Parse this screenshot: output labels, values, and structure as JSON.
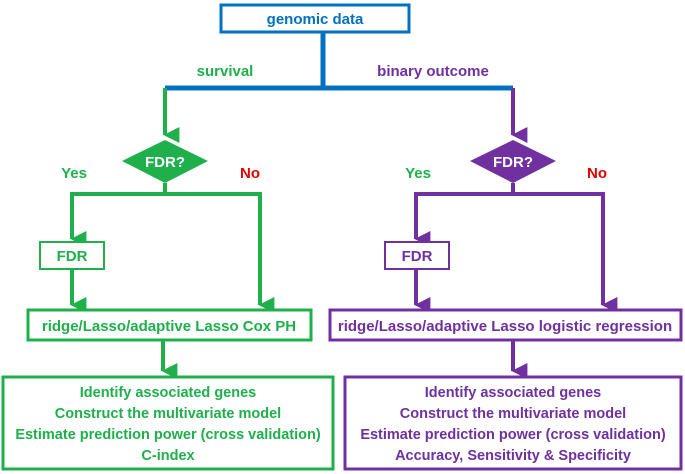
{
  "colors": {
    "blue": "#0070C0",
    "green": "#1FAF4B",
    "purple": "#7030A0",
    "red": "#E00000"
  },
  "top": {
    "label": "genomic data"
  },
  "branches": {
    "survival_label": "survival",
    "binary_label": "binary outcome"
  },
  "survival": {
    "decision": "FDR?",
    "yes": "Yes",
    "no": "No",
    "fdr_box": "FDR",
    "model": "ridge/Lasso/adaptive Lasso Cox PH",
    "outcomes": [
      "Identify associated genes",
      "Construct the multivariate model",
      "Estimate prediction power (cross validation)",
      "C-index"
    ]
  },
  "binary": {
    "decision": "FDR?",
    "yes": "Yes",
    "no": "No",
    "fdr_box": "FDR",
    "model": "ridge/Lasso/adaptive Lasso logistic regression",
    "outcomes": [
      "Identify associated genes",
      "Construct the multivariate model",
      "Estimate prediction power (cross validation)",
      "Accuracy, Sensitivity & Specificity"
    ]
  }
}
